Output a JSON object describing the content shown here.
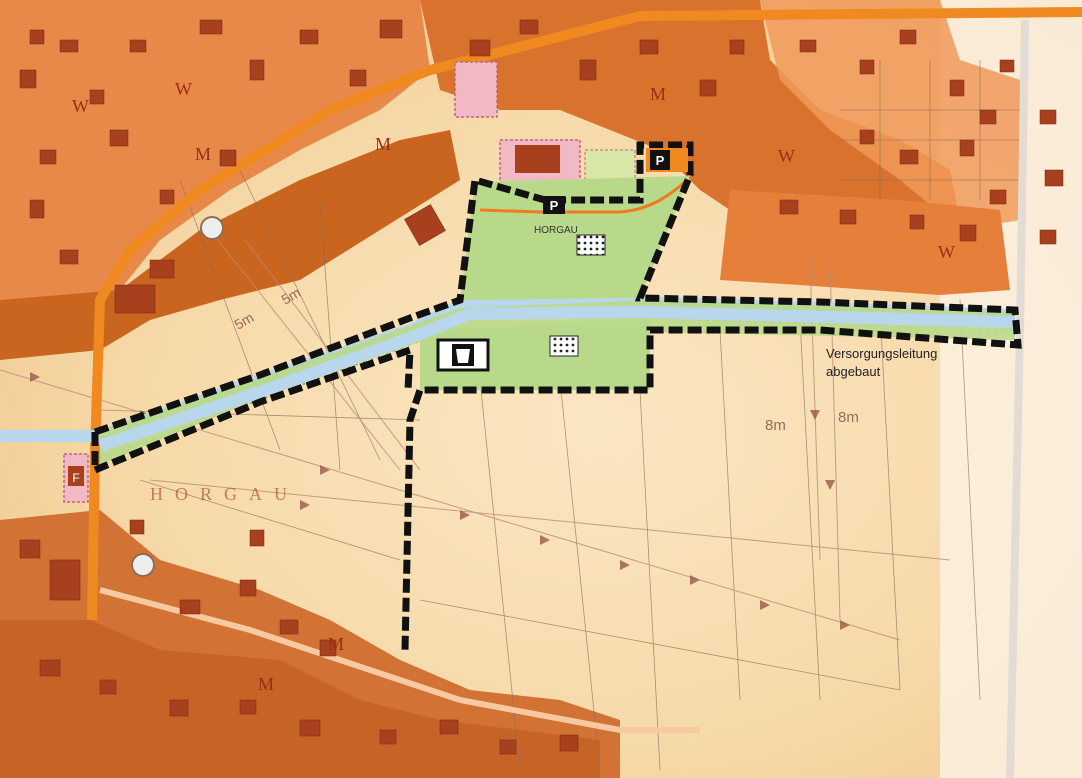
{
  "map": {
    "place_label": "HORGAU",
    "faint_place_label": "HORGAU",
    "annotation_supply_line": [
      "Versorgungsleitung",
      "abgebaut"
    ],
    "distance_labels": [
      "5m",
      "5m",
      "8m",
      "8m"
    ],
    "parking_symbol": "P",
    "zone_labels": [
      "W",
      "W",
      "M",
      "M",
      "M",
      "W",
      "W",
      "M",
      "M",
      "F"
    ],
    "colors": {
      "background_field": "#f6e4b8",
      "built_zone": "#e8894a",
      "built_zone_dark": "#c9651e",
      "building": "#a8401e",
      "green_area": "#b9d98a",
      "river": "#b9d7ec",
      "main_road": "#f08a20",
      "boundary": "#111111",
      "parcel_line": "#8b6e5a",
      "church_area": "#f0b9c4"
    },
    "legend_symbols": [
      "parking-icon",
      "parking-icon",
      "playground-icon",
      "playground-icon",
      "waste-bin-icon"
    ]
  }
}
